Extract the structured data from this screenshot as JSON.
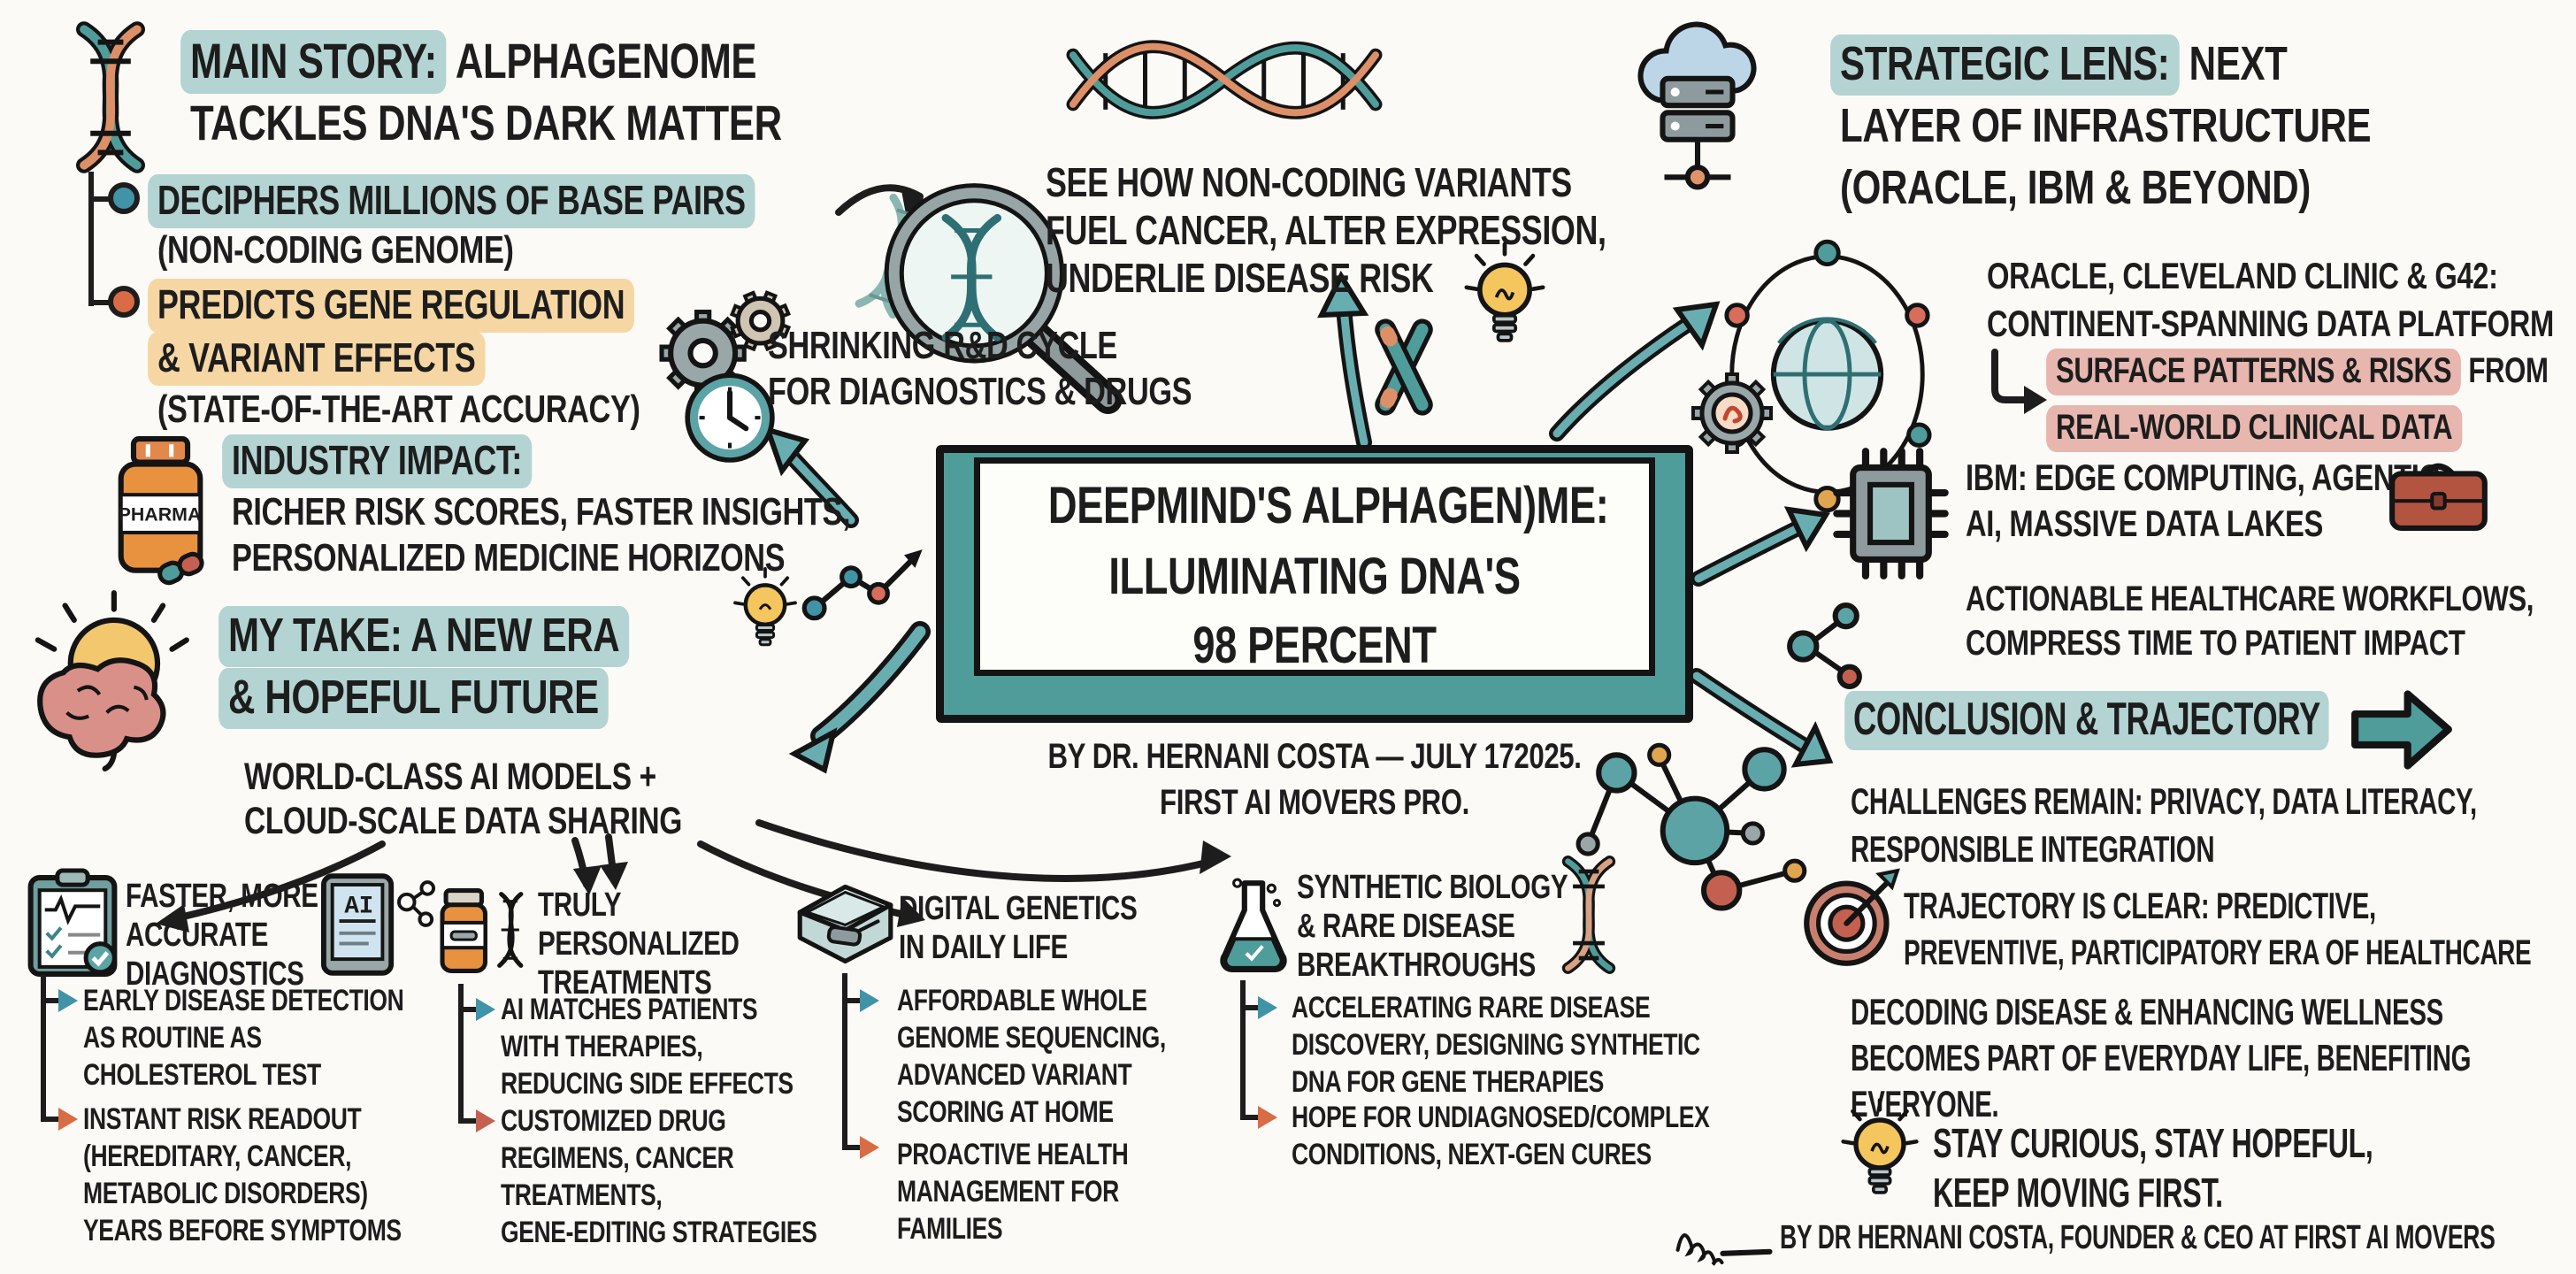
{
  "colors": {
    "background": "#fbfaf7",
    "ink": "#1d1d1d",
    "teal_highlight": "#b3d4d2",
    "orange_highlight": "#f6d7a3",
    "pink_highlight": "#e7b7af",
    "teal_accent": "#4f9d9b",
    "teal_dot": "#4193a8",
    "orange_dot": "#d96c45",
    "red_accent": "#c4604f",
    "bulb_yellow": "#f5c55e"
  },
  "icons": {
    "pharma_label": "PHARMA",
    "ai_label": "AI"
  },
  "main_story": {
    "title_hl": "MAIN STORY:",
    "title_rest": " ALPHAGENOME",
    "title_line2": "TACKLES DNA'S DARK MATTER",
    "bullet1": {
      "hl": "DECIPHERS MILLIONS OF BASE PAIRS",
      "sub": "(NON-CODING GENOME)"
    },
    "bullet2": {
      "hl1": "PREDICTS GENE REGULATION",
      "hl2": "& VARIANT EFFECTS",
      "sub": "(STATE-OF-THE-ART ACCURACY)"
    }
  },
  "industry": {
    "label": "INDUSTRY IMPACT:",
    "line1": "RICHER RISK SCORES, FASTER INSIGHTS,",
    "line2": "PERSONALIZED MEDICINE HORIZONS"
  },
  "my_take": {
    "hl1": "MY TAKE: A NEW ERA",
    "hl2": "& HOPEFUL FUTURE",
    "sub1": "WORLD-CLASS AI MODELS +",
    "sub2": "CLOUD-SCALE DATA SHARING"
  },
  "center": {
    "see1": "SEE HOW NON-CODING VARIANTS",
    "see2": "FUEL CANCER, ALTER EXPRESSION,",
    "see3": "UNDERLIE DISEASE RISK",
    "shrink1": "SHRINKING R&D CYCLE",
    "shrink2": "FOR DIAGNOSTICS & DRUGS",
    "box1": "DEEPMIND'S ALPHAGEN)ME:",
    "box2": "ILLUMINATING DNA'S",
    "box3": "98 PERCENT",
    "byline1": "BY DR. HERNANI COSTA — JULY 172025.",
    "byline2": "FIRST AI MOVERS PRO."
  },
  "strategic": {
    "title_hl": "STRATEGIC LENS:",
    "title_rest": " NEXT",
    "title_line2": "LAYER OF INFRASTRUCTURE",
    "title_line3": "(ORACLE, IBM & BEYOND)",
    "oracle1": "ORACLE, CLEVELAND CLINIC & G42:",
    "oracle2": "CONTINENT-SPANNING DATA PLATFORM",
    "surface_hl1": "SURFACE PATTERNS & RISKS",
    "surface_rest": " FROM",
    "surface_hl2": "REAL-WORLD CLINICAL DATA",
    "ibm1": "IBM: EDGE COMPUTING, AGENTIC",
    "ibm2": "AI, MASSIVE DATA LAKES",
    "act1": "ACTIONABLE HEALTHCARE WORKFLOWS,",
    "act2": "COMPRESS TIME TO PATIENT IMPACT"
  },
  "conclusion": {
    "title": "CONCLUSION & TRAJECTORY",
    "challenges1": "CHALLENGES REMAIN: PRIVACY, DATA LITERACY,",
    "challenges2": "RESPONSIBLE INTEGRATION",
    "trajectory1": "TRAJECTORY IS CLEAR: PREDICTIVE,",
    "trajectory2": "PREVENTIVE, PARTICIPATORY ERA OF HEALTHCARE",
    "decoding1": "DECODING DISEASE & ENHANCING WELLNESS",
    "decoding2": "BECOMES PART OF EVERYDAY LIFE, BENEFITING",
    "decoding3": "EVERYONE.",
    "stay1": "STAY CURIOUS, STAY HOPEFUL,",
    "stay2": "KEEP MOVING FIRST."
  },
  "footer": {
    "credit": "BY DR HERNANI COSTA, FOUNDER & CEO AT FIRST AI MOVERS"
  },
  "columns": [
    {
      "title": [
        "FASTER, MORE",
        "ACCURATE",
        "DIAGNOSTICS"
      ],
      "b1": [
        "EARLY DISEASE DETECTION",
        "AS ROUTINE AS",
        "CHOLESTEROL TEST"
      ],
      "b2": [
        "INSTANT RISK READOUT",
        "(HEREDITARY, CANCER,",
        "METABOLIC DISORDERS)",
        "YEARS BEFORE SYMPTOMS"
      ]
    },
    {
      "title": [
        "TRULY",
        "PERSONALIZED",
        "TREATMENTS"
      ],
      "b1": [
        "AI MATCHES PATIENTS",
        "WITH THERAPIES,",
        "REDUCING SIDE EFFECTS"
      ],
      "b2": [
        "CUSTOMIZED DRUG",
        "REGIMENS, CANCER",
        "TREATMENTS,",
        "GENE-EDITING STRATEGIES"
      ]
    },
    {
      "title": [
        "DIGITAL GENETICS",
        "IN DAILY LIFE"
      ],
      "b1": [
        "AFFORDABLE WHOLE",
        "GENOME SEQUENCING,",
        "ADVANCED VARIANT",
        "SCORING AT HOME"
      ],
      "b2": [
        "PROACTIVE HEALTH",
        "MANAGEMENT FOR",
        "FAMILIES"
      ]
    },
    {
      "title": [
        "SYNTHETIC BIOLOGY",
        "& RARE DISEASE",
        "BREAKTHROUGHS"
      ],
      "b1": [
        "ACCELERATING RARE DISEASE",
        "DISCOVERY, DESIGNING SYNTHETIC",
        "DNA FOR GENE THERAPIES"
      ],
      "b2": [
        "HOPE FOR UNDIAGNOSED/COMPLEX",
        "CONDITIONS, NEXT-GEN CURES"
      ]
    }
  ]
}
